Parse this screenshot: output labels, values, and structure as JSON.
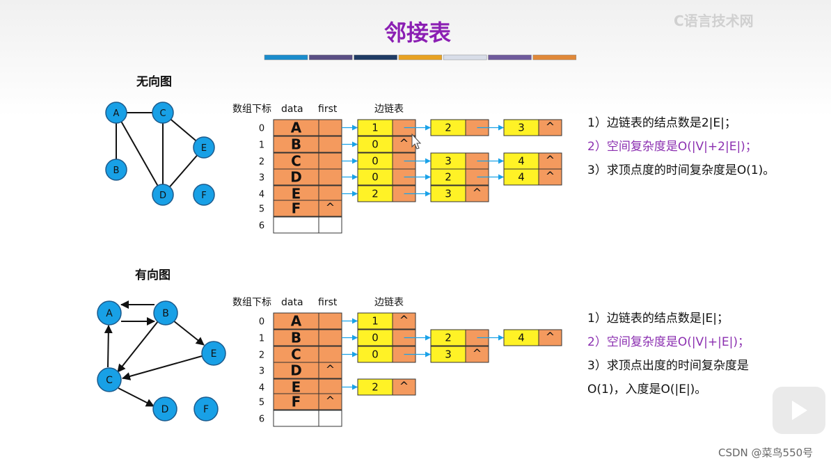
{
  "title": "邻接表",
  "watermark": "C语言技术网",
  "credit": "CSDN @菜鸟550号",
  "colors": {
    "title": "#8b1fb3",
    "vertex_fill": "#18a0e6",
    "array_fill": "#f49a5e",
    "node_fill": "#fff226",
    "highlight_text": "#8b2fb0",
    "arrow_blue": "#1aa2e8",
    "title_bar": [
      "#1a8ccc",
      "#5a4f84",
      "#1f3b64",
      "#e8a222",
      "#d8dde8",
      "#6f5a9c",
      "#e08838"
    ]
  },
  "headers": {
    "index": "数组下标",
    "data": "data",
    "first": "first",
    "edges": "边链表"
  },
  "undirected": {
    "label": "无向图",
    "vertices": [
      "A",
      "B",
      "C",
      "D",
      "E",
      "F"
    ],
    "indices": [
      "0",
      "1",
      "2",
      "3",
      "4",
      "5",
      "6"
    ],
    "data": [
      "A",
      "B",
      "C",
      "D",
      "E",
      "F",
      ""
    ],
    "lists": [
      [
        "1",
        "2",
        "3"
      ],
      [
        "0"
      ],
      [
        "0",
        "3",
        "4"
      ],
      [
        "0",
        "2",
        "4"
      ],
      [
        "2",
        "3"
      ],
      []
    ],
    "null_mark": "^",
    "notes": [
      "1）边链表的结点数是2|E|；",
      "2）空间复杂度是O(|V|+2|E|)；",
      "3）求顶点度的时间复杂度是O(1)。"
    ]
  },
  "directed": {
    "label": "有向图",
    "vertices": [
      "A",
      "B",
      "C",
      "D",
      "E",
      "F"
    ],
    "indices": [
      "0",
      "1",
      "2",
      "3",
      "4",
      "5",
      "6"
    ],
    "data": [
      "A",
      "B",
      "C",
      "D",
      "E",
      "F",
      ""
    ],
    "lists": [
      [
        "1"
      ],
      [
        "0",
        "2",
        "4"
      ],
      [
        "0",
        "3"
      ],
      [],
      [
        "2"
      ],
      []
    ],
    "null_mark": "^",
    "notes": [
      "1）边链表的结点数是|E|；",
      "2）空间复杂度是O(|V|+|E|)；",
      "3）求顶点出度的时间复杂度是",
      "O(1)，入度是O(|E|)。"
    ]
  }
}
